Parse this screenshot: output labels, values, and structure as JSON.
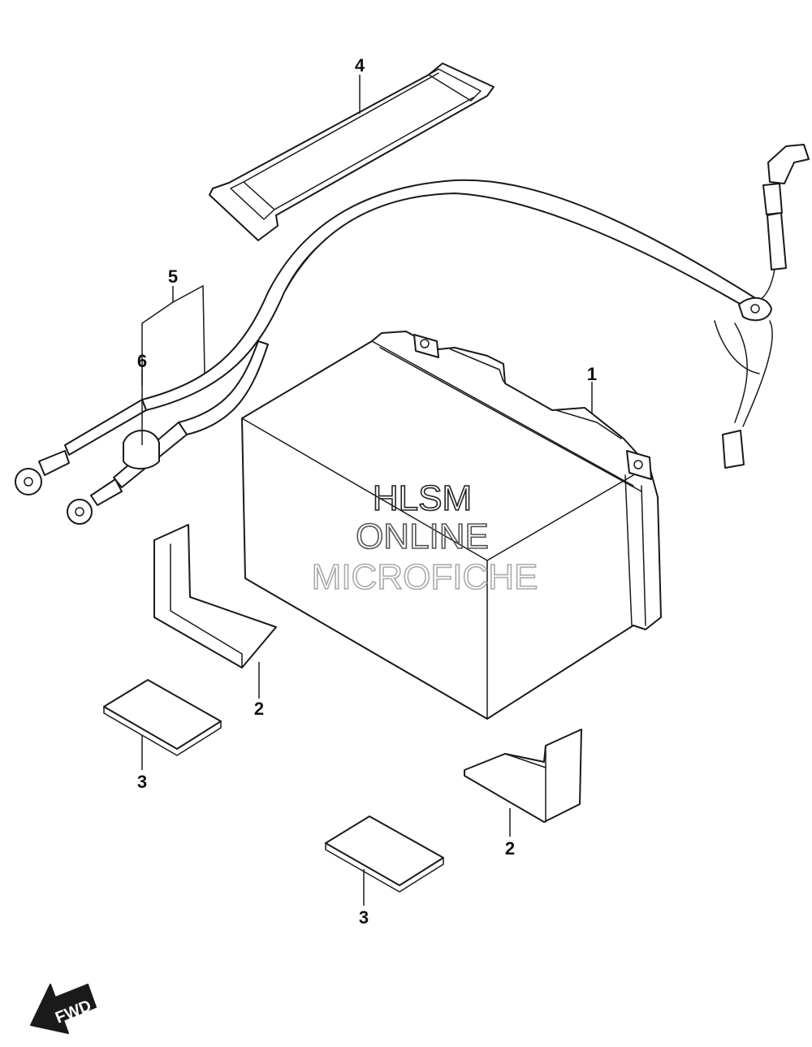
{
  "callouts": [
    {
      "id": "c1",
      "text": "1"
    },
    {
      "id": "c2a",
      "text": "2"
    },
    {
      "id": "c2b",
      "text": "2"
    },
    {
      "id": "c3a",
      "text": "3"
    },
    {
      "id": "c3b",
      "text": "3"
    },
    {
      "id": "c4",
      "text": "4"
    },
    {
      "id": "c5",
      "text": "5"
    },
    {
      "id": "c6",
      "text": "6"
    }
  ],
  "watermark": {
    "line1": "HLSM",
    "line2": "ONLINE",
    "line3": "MICROFICHE",
    "color1": "#222222",
    "color2": "#555555",
    "color3": "#aaaaaa"
  },
  "fwd_label": "FWD",
  "colors": {
    "line": "#1a1a1a",
    "background": "#ffffff"
  }
}
